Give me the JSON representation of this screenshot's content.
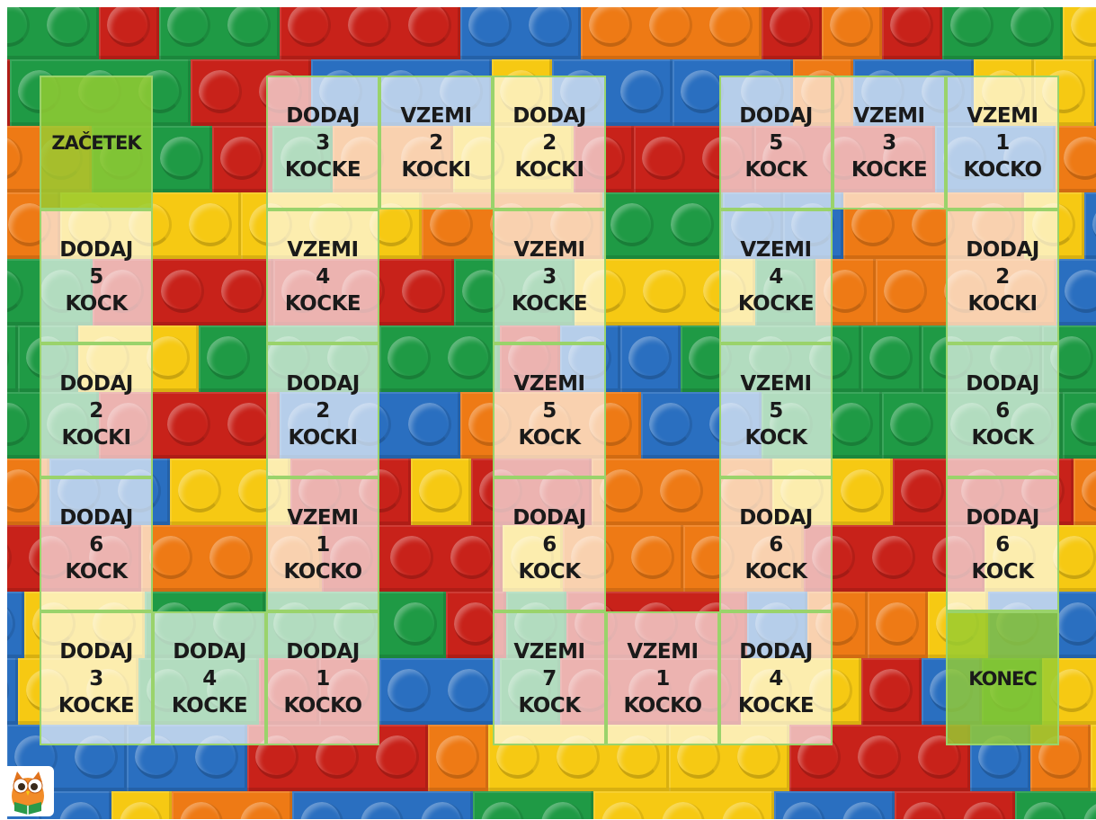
{
  "board": {
    "palette": {
      "green": "#1f9a45",
      "blue": "#2a6fc0",
      "red": "#c8221a",
      "orange": "#ee7a15",
      "yellow": "#f6c913",
      "path_tint": "#ffffff",
      "start_end": "#96cd32"
    },
    "tiles": [
      {
        "row": 0,
        "col": 0,
        "label": "ZAČETEK",
        "special": true
      },
      {
        "row": 0,
        "col": 2,
        "label": "DODAJ\n3\nKOCKE"
      },
      {
        "row": 0,
        "col": 3,
        "label": "VZEMI\n2\nKOCKI"
      },
      {
        "row": 0,
        "col": 4,
        "label": "DODAJ\n2\nKOCKI"
      },
      {
        "row": 0,
        "col": 6,
        "label": "DODAJ\n5\nKOCK"
      },
      {
        "row": 0,
        "col": 7,
        "label": "VZEMI\n3\nKOCKE"
      },
      {
        "row": 0,
        "col": 8,
        "label": "VZEMI\n1\nKOCKO"
      },
      {
        "row": 1,
        "col": 0,
        "label": "DODAJ\n5\nKOCK"
      },
      {
        "row": 1,
        "col": 2,
        "label": "VZEMI\n4\nKOCKE"
      },
      {
        "row": 1,
        "col": 4,
        "label": "VZEMI\n3\nKOCKE"
      },
      {
        "row": 1,
        "col": 6,
        "label": "VZEMI\n4\nKOCKE"
      },
      {
        "row": 1,
        "col": 8,
        "label": "DODAJ\n2\nKOCKI"
      },
      {
        "row": 2,
        "col": 0,
        "label": "DODAJ\n2\nKOCKI"
      },
      {
        "row": 2,
        "col": 2,
        "label": "DODAJ\n2\nKOCKI"
      },
      {
        "row": 2,
        "col": 4,
        "label": "VZEMI\n5\nKOCK"
      },
      {
        "row": 2,
        "col": 6,
        "label": "VZEMI\n5\nKOCK"
      },
      {
        "row": 2,
        "col": 8,
        "label": "DODAJ\n6\nKOCK"
      },
      {
        "row": 3,
        "col": 0,
        "label": "DODAJ\n6\nKOCK"
      },
      {
        "row": 3,
        "col": 2,
        "label": "VZEMI\n1\nKOCKO"
      },
      {
        "row": 3,
        "col": 4,
        "label": "DODAJ\n6\nKOCK"
      },
      {
        "row": 3,
        "col": 6,
        "label": "DODAJ\n6\nKOCK"
      },
      {
        "row": 3,
        "col": 8,
        "label": "DODAJ\n6\nKOCK"
      },
      {
        "row": 4,
        "col": 0,
        "label": "DODAJ\n3\nKOCKE"
      },
      {
        "row": 4,
        "col": 1,
        "label": "DODAJ\n4\nKOCKE"
      },
      {
        "row": 4,
        "col": 2,
        "label": "DODAJ\n1\nKOCKO"
      },
      {
        "row": 4,
        "col": 4,
        "label": "VZEMI\n7\nKOCK"
      },
      {
        "row": 4,
        "col": 5,
        "label": "VZEMI\n1\nKOCKO"
      },
      {
        "row": 4,
        "col": 6,
        "label": "DODAJ\n4\nKOCKE"
      },
      {
        "row": 4,
        "col": 8,
        "label": "KONEC",
        "special": true
      }
    ]
  },
  "logo": {
    "icon": "owl-reading-book-icon"
  }
}
